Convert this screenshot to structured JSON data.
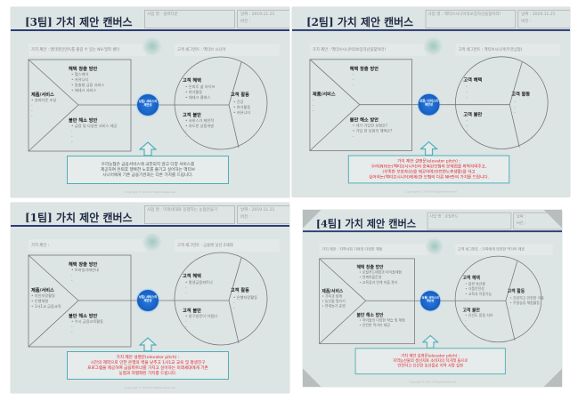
{
  "common": {
    "benefit_creators_label": "혜택 창출 방안",
    "products_label": "제품/서비스",
    "pain_relievers_label": "불만 해소 방안",
    "gains_label": "고객 혜택",
    "jobs_label": "고객 활동",
    "pains_label": "고객 불만",
    "center_label": "상품/ 서비스의 제안성",
    "footer": "Copyright © 2019 All Rights Reserved"
  },
  "colors": {
    "pitch_red": "#e8202a",
    "pitch_gray": "#555555",
    "accent_navy": "#2c3d72",
    "callout_border": "#4fb0b8"
  },
  "slides": [
    {
      "title": "[3팀] 가치 제안 캔버스",
      "business": "사업 명 : 실버타운",
      "date": "날짜 : 2019.11.21",
      "version": "버전 :",
      "value_prop": "가치 제안 : 엔터테인먼트를 즐길 수 있는 NH 밀착 센터",
      "segment": "고객 세그먼트 : 액티브 시니어",
      "benefit_creators": [
        "헬스케어",
        "커뮤니티",
        "맞춤형 금융 서비스",
        "재테크 서비스"
      ],
      "products": [
        "실버타운 조성",
        "",
        "",
        ""
      ],
      "pain_relievers": [
        "금융 및 다양한 서비스 제공",
        "",
        "",
        ""
      ],
      "gains": [
        "은퇴후 삶 라이프",
        "여가활동",
        "재테크 클래스"
      ],
      "pains": [
        "서비스가 제한적",
        "과도한 상품개발",
        "",
        ""
      ],
      "jobs": [
        "건강",
        "여가활동",
        "커뮤니티"
      ],
      "pitch": [
        "우리농협은 금융서비스에 국한되지 않고 다양 서비스를",
        "제공하여 은퇴후 행복한 노후를 즐기고 싶어하는 액티브",
        "시니어에게 기존 금융기관과는 다른 가치를 드립니다."
      ],
      "pitch_color": "#555555"
    },
    {
      "title": "[2팀] 가치 제안 캔버스",
      "business": "사업 명 : 액티브시니어의보장자산을찾아라!",
      "date": "날짜 : 2019.11.21",
      "version": "버전 :",
      "value_prop": "가치 제안 : 액티브시니어의보장자산을찾아라!",
      "segment": "고객 세그먼트 : 액티브시니어(무관심형)",
      "benefit_creators": [
        "",
        "",
        ""
      ],
      "products": [
        "",
        "",
        ""
      ],
      "pain_relievers": [
        "내가 가입한 보험은?",
        "가입 한 보험의 혜택은?",
        ""
      ],
      "gains": [
        "",
        "",
        ""
      ],
      "pains": [
        "",
        "",
        ""
      ],
      "jobs": [
        "",
        "",
        ""
      ],
      "pitch": [
        "가치 제안 설명문(elevator pitch) :",
        "우리(NH)는(액티브시니어)의 중복된보험의 문제점을 파악하여주고,",
        "(부족한 보장자산)을 제공하여(안전한노후생활)을 하고",
        "싶어하는(액티브시니어)에게(한 보험의 다른 NH만의 가치를 드립니다."
      ],
      "pitch_color": "#e8202a"
    },
    {
      "title": "[1팀] 가치 제안 캔버스",
      "business": "사업 명 : 미래세대와 동행하는 농협만들기",
      "date": "날짜 : 2019.11.21",
      "version": "버전 :",
      "value_prop": "가치 제안 :",
      "segment": "고객 세그먼트 : 금융에 낯선 Z세대",
      "benefit_creators": [
        "모바일거래안내",
        "",
        ""
      ],
      "products": [
        "지인자랑활동",
        "은행체험",
        "1사1교 금융교육"
      ],
      "pain_relievers": [
        "수시 금융교육활동",
        "",
        ""
      ],
      "gains": [
        "평생금융파트너",
        "",
        ""
      ],
      "pains": [
        "창구방문이 어렵다",
        "",
        ""
      ],
      "jobs": [
        "은행자랑활동",
        "",
        ""
      ],
      "pitch": [
        "가치 제안 설명문(elevator pitch) :",
        "시간의 제약으로 인한 은행의 벽을 낮추고 1사1교 교육 및 평생친구",
        "프로그램을 제공하여 금융파트너를 가지고 싶어하는 미래세대에게 기존",
        "농협과 차별화된 가치를 드립니다."
      ],
      "pitch_color": "#e8202a"
    },
    {
      "title": "[4팀] 가치 제안 캔버스",
      "business": "사업 명 : 로컬푸드",
      "date": "날짜 :",
      "version": "버전 :",
      "value_prop": "가치 제안 : 지역사회 기여와 다양한 체험",
      "segment": "고객 세그먼트 : 가족에게 안전한 먹거리 제공",
      "benefit_creators": [
        "로컬푸드매장과 아이들체험",
        "연계마을운영",
        "교육장과 연계 마을 관리"
      ],
      "products": [
        "가족과 함께",
        "농산물 알리기",
        "연계농가 운영"
      ],
      "pain_relievers": [
        "아이들의 다양한 학습 및 체험",
        "안전한 먹거리 제공"
      ],
      "gains": [
        "값싼 농산물",
        "식품안전성",
        "교육과 이용가능",
        ""
      ],
      "pains": [
        "신선도 품질 저하",
        "",
        ""
      ],
      "jobs": [
        "건강하고 안전한 식품",
        "주말농장 체험활동",
        ""
      ],
      "pitch": [
        "가치 제안 설명문(elevator pitch) :",
        "지역농산물의 생산자와 소비자의 직거래 들으로",
        "안전하고 신선한 농산물로 지역 사랑 실천"
      ],
      "pitch_color": "#e8202a"
    }
  ]
}
